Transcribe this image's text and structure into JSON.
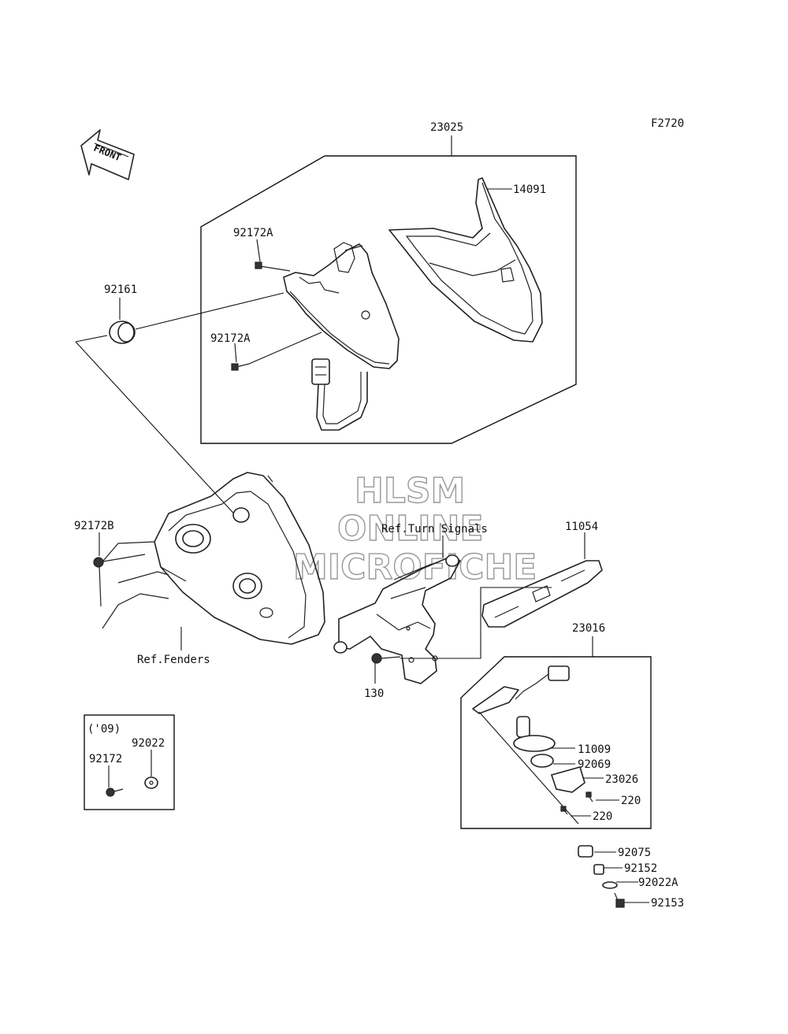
{
  "figure_code": "F2720",
  "front_arrow_label": "FRONT",
  "watermark": {
    "line1": "HLSM",
    "line2": "ONLINE",
    "line3": "MICROFICHE"
  },
  "callouts": {
    "p23025": "23025",
    "p14091": "14091",
    "p92172A_top": "92172A",
    "p92172A_bottom": "92172A",
    "p92161": "92161",
    "p92172B": "92172B",
    "ref_fenders": "Ref.Fenders",
    "ref_turn_signals": "Ref.Turn Signals",
    "p11054": "11054",
    "p23016": "23016",
    "p130": "130",
    "p11009": "11009",
    "p92069": "92069",
    "p23026": "23026",
    "p220_a": "220",
    "p220_b": "220",
    "p92075": "92075",
    "p92152": "92152",
    "p92022A": "92022A",
    "p92153": "92153"
  },
  "inset": {
    "year": "('09)",
    "p92022": "92022",
    "p92172": "92172"
  }
}
